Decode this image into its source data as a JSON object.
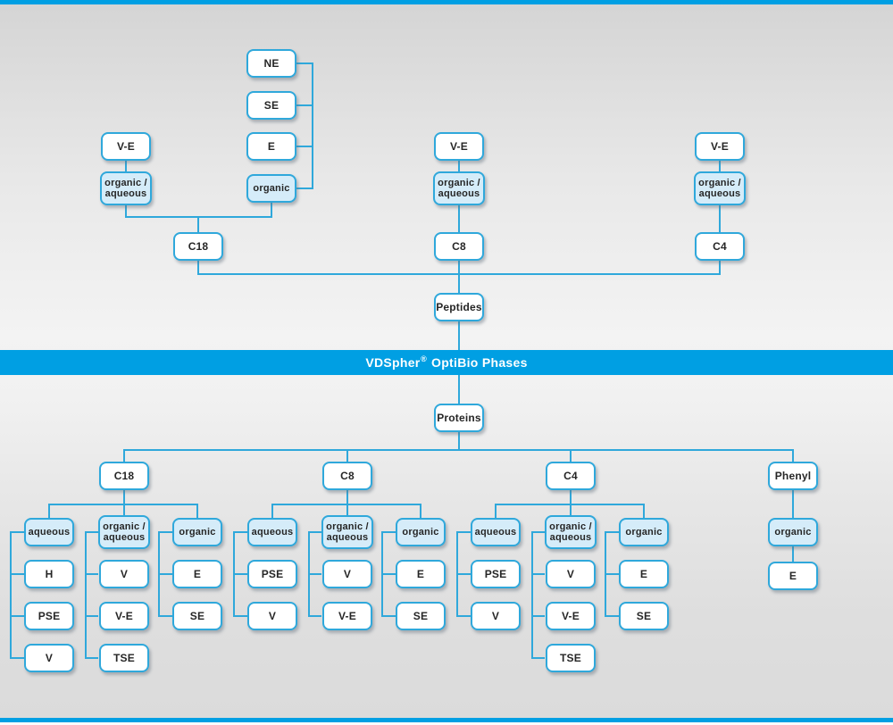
{
  "colors": {
    "accent_line": "#2fa8db",
    "banner_blue": "#009fe3",
    "highlight_fill": "#d5ecf9",
    "node_fill": "#ffffff",
    "text": "#262626"
  },
  "banner": {
    "brand": "VDSpher",
    "reg": "®",
    "rest": "OptiBio Phases"
  },
  "diagram": {
    "peptides": {
      "label": "Peptides",
      "c18": {
        "phase": "C18",
        "orgaq": {
          "mode": "organic / aqueous",
          "tests": [
            "V-E"
          ]
        },
        "organic": {
          "mode": "organic",
          "tests": [
            "NE",
            "SE",
            "E"
          ]
        }
      },
      "c8": {
        "phase": "C8",
        "orgaq": {
          "mode": "organic / aqueous",
          "tests": [
            "V-E"
          ]
        }
      },
      "c4": {
        "phase": "C4",
        "orgaq": {
          "mode": "organic / aqueous",
          "tests": [
            "V-E"
          ]
        }
      }
    },
    "proteins": {
      "label": "Proteins",
      "c18": {
        "phase": "C18",
        "aqueous": {
          "mode": "aqueous",
          "tests": [
            "H",
            "PSE",
            "V"
          ]
        },
        "orgaq": {
          "mode": "organic / aqueous",
          "tests": [
            "V",
            "V-E",
            "TSE"
          ]
        },
        "organic": {
          "mode": "organic",
          "tests": [
            "E",
            "SE"
          ]
        }
      },
      "c8": {
        "phase": "C8",
        "aqueous": {
          "mode": "aqueous",
          "tests": [
            "PSE",
            "V"
          ]
        },
        "orgaq": {
          "mode": "organic / aqueous",
          "tests": [
            "V",
            "V-E"
          ]
        },
        "organic": {
          "mode": "organic",
          "tests": [
            "E",
            "SE"
          ]
        }
      },
      "c4": {
        "phase": "C4",
        "aqueous": {
          "mode": "aqueous",
          "tests": [
            "PSE",
            "V"
          ]
        },
        "orgaq": {
          "mode": "organic / aqueous",
          "tests": [
            "V",
            "V-E",
            "TSE"
          ]
        },
        "organic": {
          "mode": "organic",
          "tests": [
            "E",
            "SE"
          ]
        }
      },
      "phenyl": {
        "phase": "Phenyl",
        "organic": {
          "mode": "organic",
          "tests": [
            "E"
          ]
        }
      }
    }
  }
}
